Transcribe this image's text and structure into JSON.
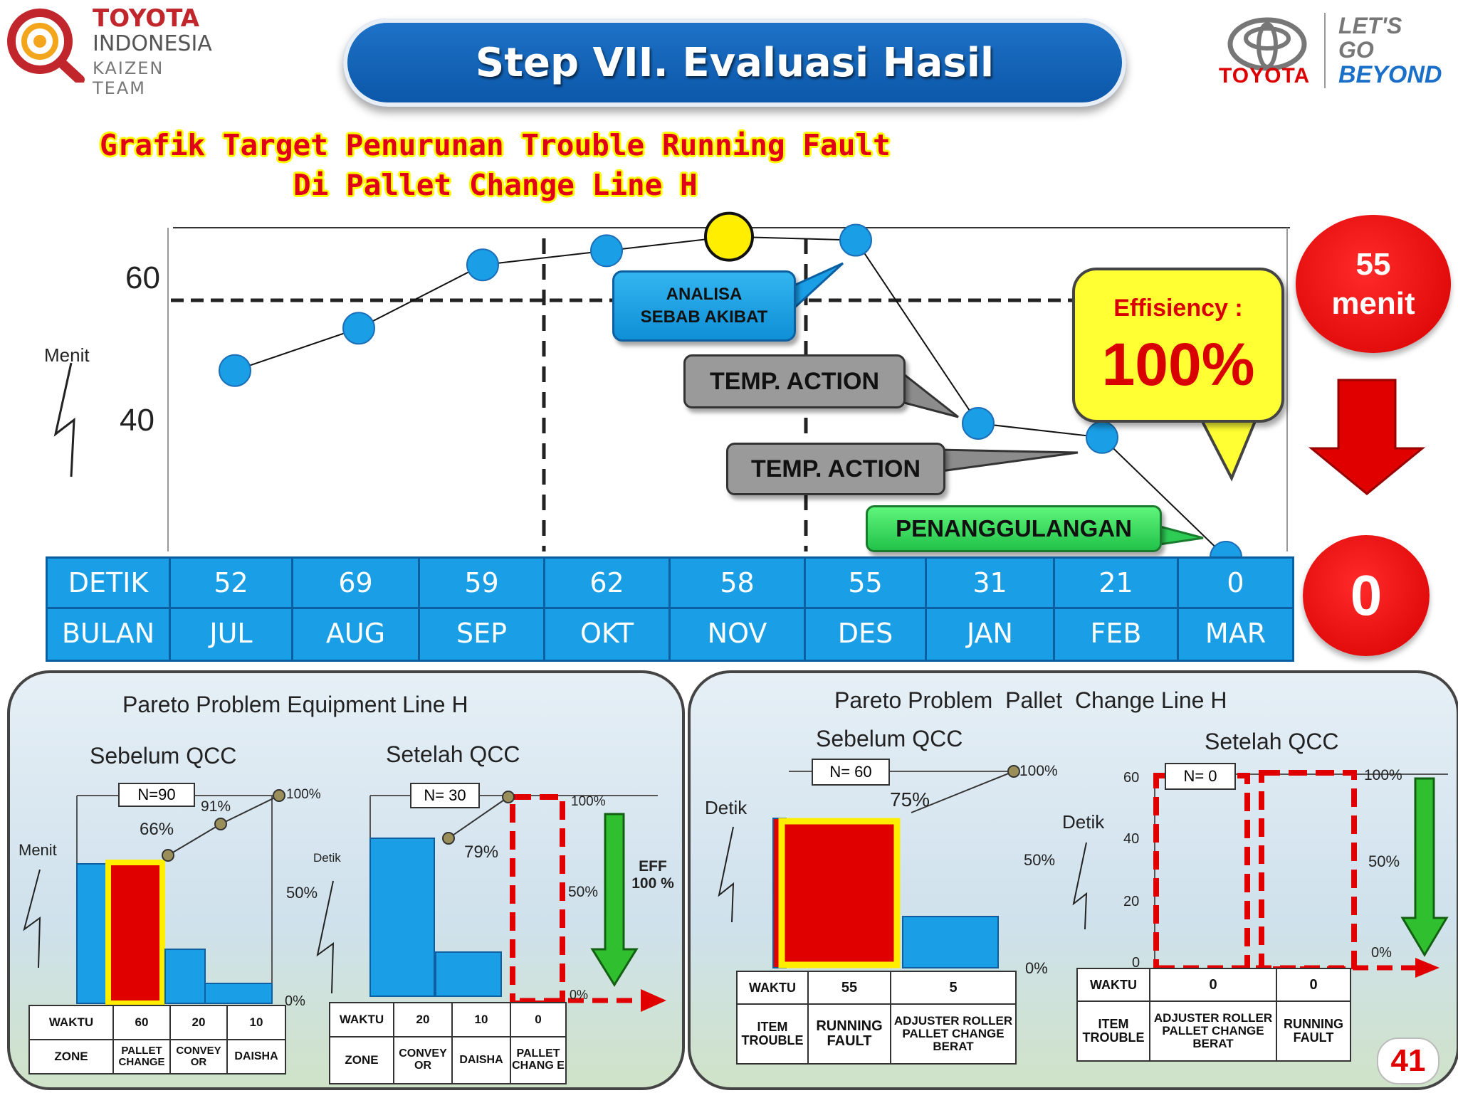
{
  "header": {
    "kaizen_brand": "TOYOTA",
    "kaizen_sub": "INDONESIA",
    "kaizen_team": "KAIZEN TEAM",
    "step_title": "Step VII. Evaluasi Hasil",
    "toyota_word": "TOYOTA",
    "slogan": [
      "LET'S",
      "GO",
      "BEYOND"
    ]
  },
  "chart_title": [
    "Grafik Target Penurunan Trouble Running Fault",
    "Di Pallet Change Line H"
  ],
  "main_chart": {
    "ylabel": "Menit",
    "yticks": [
      "60",
      "40"
    ],
    "callouts": {
      "analisa": "ANALISA SEBAB AKIBAT",
      "temp1": "TEMP. ACTION",
      "temp2": "TEMP. ACTION",
      "penanggulangan": "PENANGGULANGAN"
    },
    "efficiency_label": "Effisiency :",
    "efficiency_value": "100%",
    "before_value": "55 menit",
    "after_value": "0"
  },
  "chart_data": {
    "type": "line",
    "categories": [
      "JUL",
      "AUG",
      "SEP",
      "OKT",
      "NOV",
      "DES",
      "JAN",
      "FEB",
      "MAR"
    ],
    "x_row_label": "BULAN",
    "value_row_label": "DETIK",
    "values": [
      52,
      69,
      59,
      62,
      58,
      55,
      31,
      21,
      0
    ],
    "plotted_levels_menit": [
      47,
      53,
      62,
      64,
      66,
      65.5,
      39.5,
      37.5,
      20.5
    ],
    "highlight_category": "NOV",
    "target_line_menit": 57,
    "ylabel": "Menit"
  },
  "pareto_left": {
    "title": "Pareto Problem Equipment Line H",
    "before": {
      "title": "Sebelum QCC",
      "n": "N=90",
      "ylabel": "Menit",
      "cum_labels": [
        "66%",
        "91%",
        "100%"
      ],
      "table": {
        "row1_label": "WAKTU",
        "row2_label": "ZONE",
        "values": [
          "60",
          "20",
          "10"
        ],
        "items": [
          "PALLET CHANGE",
          "CONVEY OR",
          "DAISHA"
        ]
      }
    },
    "after": {
      "title": "Setelah QCC",
      "n": "N= 30",
      "ylabel": "Detik",
      "cum_labels": [
        "79%",
        "100%",
        "50%",
        "0%"
      ],
      "axis_label_50": "50%",
      "axis_label_0": "0%",
      "table": {
        "row1_label": "WAKTU",
        "row2_label": "ZONE",
        "values": [
          "20",
          "10",
          "0"
        ],
        "items": [
          "CONVEY OR",
          "DAISHA",
          "PALLET CHANG E"
        ]
      }
    },
    "eff_label": "EFF 100 %"
  },
  "pareto_right": {
    "title": "Pareto Problem  Pallet  Change Line H",
    "before": {
      "title": "Sebelum QCC",
      "n": "N= 60",
      "ylabel": "Detik",
      "cum_labels": [
        "75%",
        "100%",
        "50%",
        "0%"
      ],
      "table": {
        "row1_label": "WAKTU",
        "row2_label": "ITEM TROUBLE",
        "values": [
          "55",
          "5"
        ],
        "items": [
          "RUNNING FAULT",
          "ADJUSTER ROLLER PALLET CHANGE BERAT"
        ]
      }
    },
    "after": {
      "title": "Setelah QCC",
      "n": "N= 0",
      "ylabel": "Detik",
      "yticks": [
        "60",
        "40",
        "20",
        "0"
      ],
      "cum_labels": [
        "100%",
        "50%",
        "0%"
      ],
      "table": {
        "row1_label": "WAKTU",
        "row2_label": "ITEM TROUBLE",
        "values": [
          "0",
          "0"
        ],
        "items": [
          "ADJUSTER ROLLER PALLET CHANGE BERAT",
          "RUNNING FAULT"
        ]
      }
    }
  },
  "page_number": "41",
  "colors": {
    "blue_point": "#1a9ee6",
    "highlight": "#ffee00",
    "red": "#e00000",
    "banner": "#0b56a8",
    "table": "#1a9ee6"
  }
}
